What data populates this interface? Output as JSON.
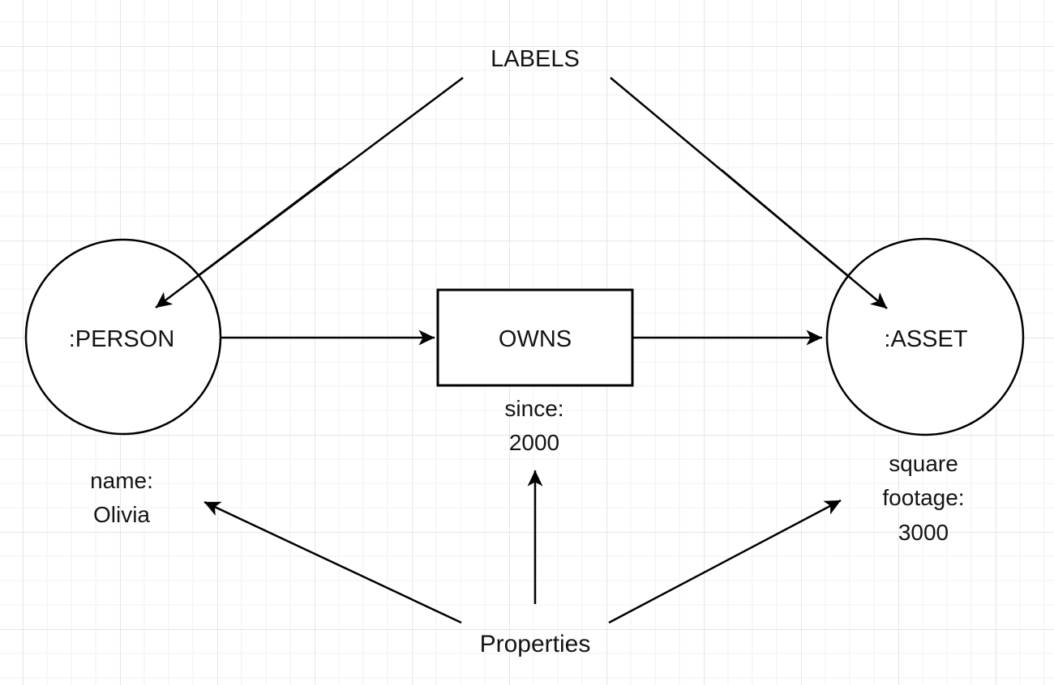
{
  "diagram": {
    "type": "graph-data-model",
    "annotations": {
      "labels": "LABELS",
      "properties": "Properties"
    },
    "nodes": {
      "person": {
        "shape": "circle",
        "label": ":PERSON",
        "property_lines": [
          "name:",
          "Olivia"
        ]
      },
      "owns": {
        "shape": "rectangle",
        "label": "OWNS",
        "property_lines": [
          "since:",
          "2000"
        ]
      },
      "asset": {
        "shape": "circle",
        "label": ":ASSET",
        "property_lines": [
          "square",
          "footage:",
          "3000"
        ]
      }
    },
    "edges": [
      {
        "from": ":PERSON",
        "to": "OWNS",
        "kind": "relationship-arrow"
      },
      {
        "from": "OWNS",
        "to": ":ASSET",
        "kind": "relationship-arrow"
      },
      {
        "from": "LABELS",
        "to": ":PERSON",
        "kind": "annotation-arrow"
      },
      {
        "from": "LABELS",
        "to": ":ASSET",
        "kind": "annotation-arrow"
      },
      {
        "from": "Properties",
        "to": "name: Olivia",
        "kind": "annotation-arrow"
      },
      {
        "from": "Properties",
        "to": "since: 2000",
        "kind": "annotation-arrow"
      },
      {
        "from": "Properties",
        "to": "square footage: 3000",
        "kind": "annotation-arrow"
      }
    ],
    "colors": {
      "background": "#ffffff",
      "grid_minor": "#f2f2f2",
      "grid_major": "#e5e5e5",
      "stroke": "#000000",
      "text": "#141414"
    }
  }
}
